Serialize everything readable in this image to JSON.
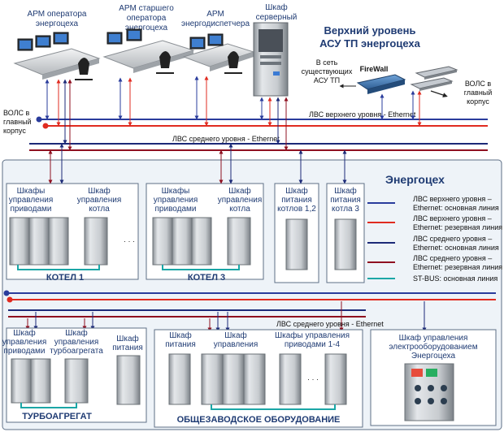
{
  "title": {
    "line1": "Верхний уровень",
    "line2": "АСУ ТП энергоцеха"
  },
  "top_workstations": [
    {
      "label_lines": [
        "АРМ оператора",
        "энергоцеха"
      ]
    },
    {
      "label_lines": [
        "АРМ старшего",
        "оператора",
        "энергоцеха"
      ]
    },
    {
      "label_lines": [
        "АРМ",
        "энергодиспетчера"
      ]
    },
    {
      "label_lines": [
        "Шкаф",
        "серверный"
      ]
    }
  ],
  "external_net": {
    "label_lines": [
      "В сеть",
      "существующих",
      "АСУ ТП"
    ],
    "firewall": "FireWall",
    "wols_right_lines": [
      "ВОЛС в",
      "главный",
      "корпус"
    ],
    "wols_left_lines": [
      "ВОЛС в",
      "главный",
      "корпус"
    ]
  },
  "bus_labels": {
    "upper": "ЛВС верхнего уровня - Ethernet",
    "middle_top": "ЛВС среднего уровня - Ethernet",
    "middle_bottom": "ЛВС среднего уровня - Ethernet"
  },
  "energy_shop": {
    "title": "Энергоцех",
    "legend": [
      {
        "lines": [
          "ЛВС верхнего уровня –",
          "Ethernet: основная линия"
        ],
        "color": "#2a3c9c"
      },
      {
        "lines": [
          "ЛВС верхнего уровня –",
          "Ethernet: резервная линия"
        ],
        "color": "#e02b20"
      },
      {
        "lines": [
          "ЛВС среднего уровня –",
          "Ethernet: основная линия"
        ],
        "color": "#1c2a78"
      },
      {
        "lines": [
          "ЛВС среднего уровня –",
          "Ethernet: резервная линия"
        ],
        "color": "#8f1020"
      },
      {
        "lines": [
          "ST-BUS: основная линия"
        ],
        "color": "#1ba6a6"
      }
    ]
  },
  "boilers": [
    {
      "name": "КОТЕЛ 1",
      "cabinets": [
        {
          "label_lines": [
            "Шкафы",
            "управления",
            "приводами"
          ]
        },
        {
          "label_lines": [
            "Шкаф",
            "управления",
            "котла"
          ]
        }
      ],
      "ellipsis": "· · ·"
    },
    {
      "name": "КОТЕЛ 3",
      "cabinets": [
        {
          "label_lines": [
            "Шкафы",
            "управления",
            "приводами"
          ]
        },
        {
          "label_lines": [
            "Шкаф",
            "управления",
            "котла"
          ]
        }
      ]
    }
  ],
  "power_cabinets": [
    {
      "label_lines": [
        "Шкаф",
        "питания",
        "котлов 1,2"
      ]
    },
    {
      "label_lines": [
        "Шкаф",
        "питания",
        "котла 3"
      ]
    }
  ],
  "turbo": {
    "name": "ТУРБОАГРЕГАТ",
    "cabinets": [
      {
        "label_lines": [
          "Шкаф",
          "управления",
          "приводами"
        ]
      },
      {
        "label_lines": [
          "Шкаф",
          "управления",
          "турбоагрегата"
        ]
      },
      {
        "label_lines": [
          "Шкаф",
          "питания"
        ]
      }
    ]
  },
  "general": {
    "name": "ОБЩЕЗАВОДСКОЕ ОБОРУДОВАНИЕ",
    "cabinets": [
      {
        "label_lines": [
          "Шкаф",
          "питания"
        ]
      },
      {
        "label_lines": [
          "Шкаф",
          "управления"
        ]
      },
      {
        "label_lines": [
          "Шкафы управления",
          "приводами 1-4"
        ]
      }
    ],
    "ellipsis": "· · ·"
  },
  "electro": {
    "label_lines": [
      "Шкаф управления",
      "электрооборудованием",
      "Энергоцеха"
    ]
  },
  "colors": {
    "upper_main": "#2a3c9c",
    "upper_reserve": "#e02b20",
    "middle_main": "#1c2a78",
    "middle_reserve": "#8f1020",
    "stbus": "#1ba6a6",
    "panel_bg": "#eef3f8",
    "panel_border": "#5d6f86",
    "text": "#1f3b73"
  }
}
